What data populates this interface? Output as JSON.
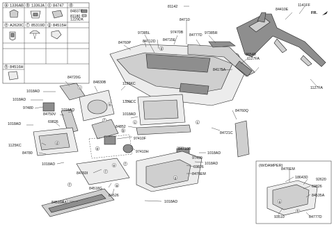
{
  "legend_cells": [
    {
      "letter": "a",
      "code": "1336AB"
    },
    {
      "letter": "b",
      "code": "1336JA"
    },
    {
      "letter": "c",
      "code": "84747"
    },
    {
      "letter": "d",
      "code": "84837F",
      "code2": "81180",
      "code3": "1229DK"
    },
    {
      "letter": "e",
      "code": "A2620C"
    },
    {
      "letter": "f",
      "code": "85319D"
    },
    {
      "letter": "g",
      "code": "84515H"
    },
    {
      "letter": "h",
      "code": "84516H"
    }
  ],
  "fr": "FR.",
  "parts": {
    "p81142": "81142",
    "p84410E": "84410E",
    "p1141FF": "1141FF",
    "p84710": "84710",
    "p97385L": "97385L",
    "p97470B": "97470B",
    "p84777D": "84777D",
    "p97385R": "97385R",
    "p84715E": "84715E",
    "p84712D": "84712D",
    "p84760P": "84760P",
    "p86549": "86549",
    "p1127FA_a": "1127FA",
    "p84175A": "84175A",
    "p1127FA_b": "1127FA",
    "p1125KC": "1125KC",
    "p1339CC": "1339CC",
    "p84720G": "84720G",
    "p84830B": "84830B",
    "p1018AD_1": "1018AD",
    "p1018AD_2": "1018AD",
    "p97480": "97480",
    "p1018AD_3": "1018AD",
    "p84750V": "84750V",
    "p69826_a": "69826",
    "p1018AD_4": "1018AD",
    "p1125KC_b": "1125KC",
    "p84780": "84780",
    "p1018AD_5": "1018AD",
    "p1018AD_6": "1018AD",
    "p84852": "84852",
    "p84760Q": "84760Q",
    "p84721C": "84721C",
    "p97410F": "97410F",
    "p97410H": "97410H",
    "p84710B": "84710B",
    "p97490": "97490",
    "p1018AD_7": "1018AD",
    "p1018AD_8": "1018AD",
    "p69826_b": "69826",
    "p84760I": "84760I",
    "p84760M": "8476EM",
    "p84518G": "84518G",
    "p84526": "84526",
    "p84510A": "84510A",
    "p1018AD_9": "1018AD"
  },
  "damper": {
    "title": "(W/DAMPER)",
    "p8476EM": "8476EM",
    "p18643D": "18643D",
    "p92620": "92620",
    "p69826": "69826",
    "p84535A": "84535A",
    "p93510": "93510",
    "p84777D": "84777D"
  }
}
